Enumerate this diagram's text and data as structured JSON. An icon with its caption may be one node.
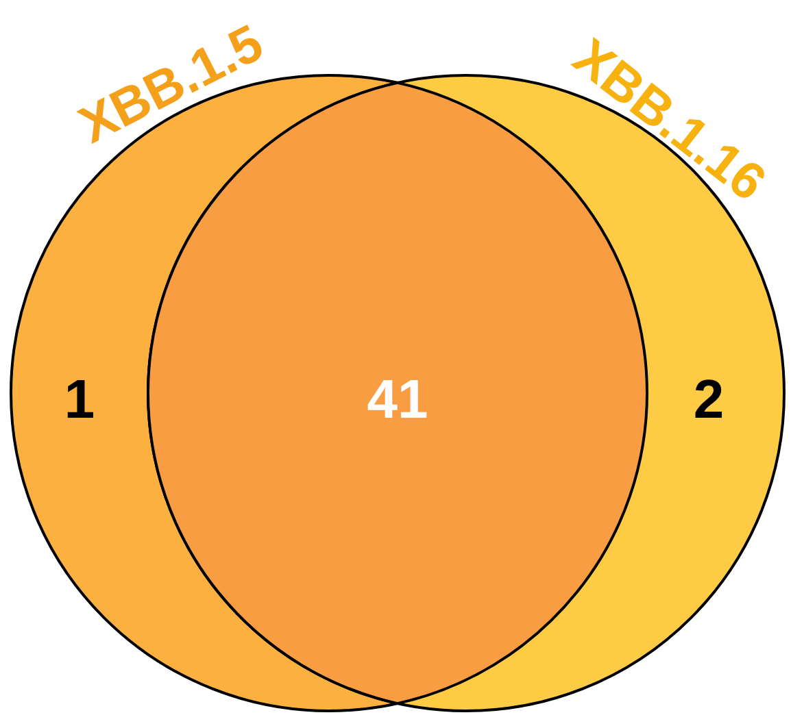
{
  "diagram": {
    "nodes": [
      {
        "text": [
          "XBB.1.5",
          "1"
        ]
      },
      {
        "text": [
          "XBB.1.16",
          "2"
        ]
      }
    ],
    "labels": [
      "41"
    ]
  }
}
